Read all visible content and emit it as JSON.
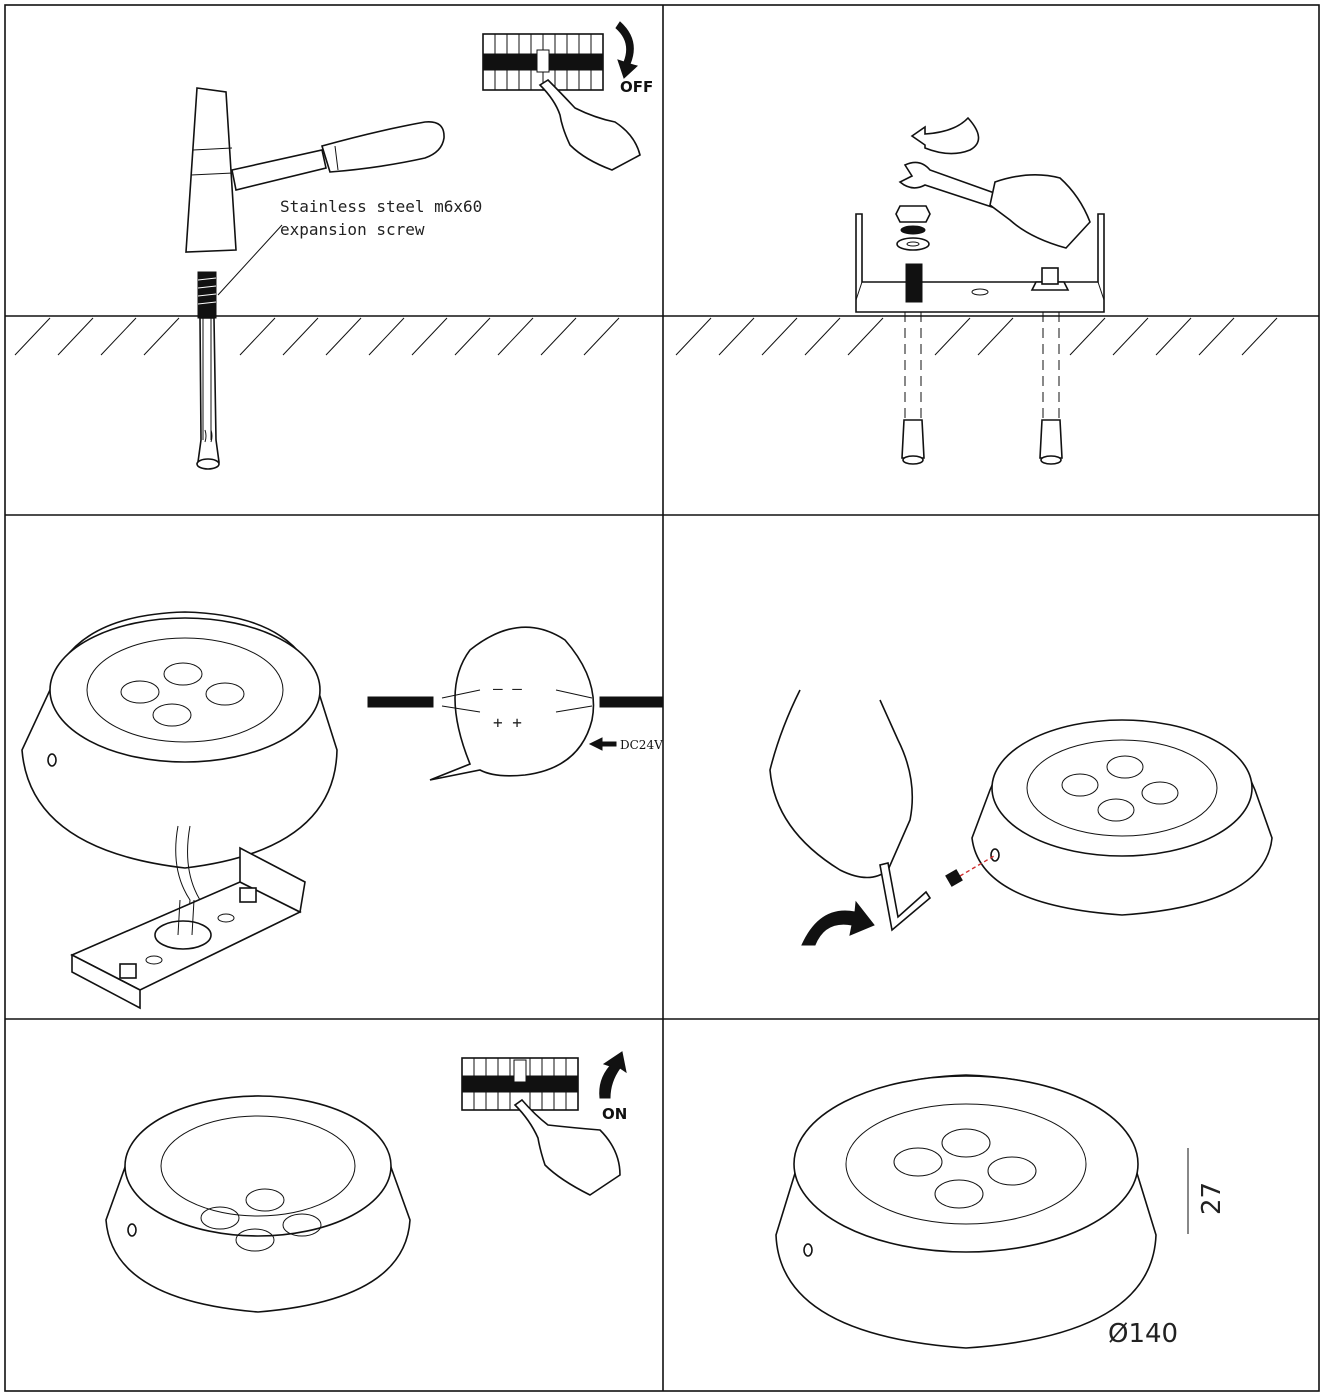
{
  "panels": {
    "step1": {
      "callout_line1": "Stainless steel m6x60",
      "callout_line2": "expansion screw",
      "switch_label": "OFF"
    },
    "step3": {
      "minus_signs": "– –",
      "plus_signs": "+ +",
      "power_label": "DC24V"
    },
    "step5": {
      "switch_label": "ON"
    },
    "step6": {
      "height_dimension": "27",
      "diameter_dimension": "Ø140"
    }
  },
  "colors": {
    "line": "#111111",
    "background": "#ffffff",
    "accent_dashed": "#d03030"
  }
}
